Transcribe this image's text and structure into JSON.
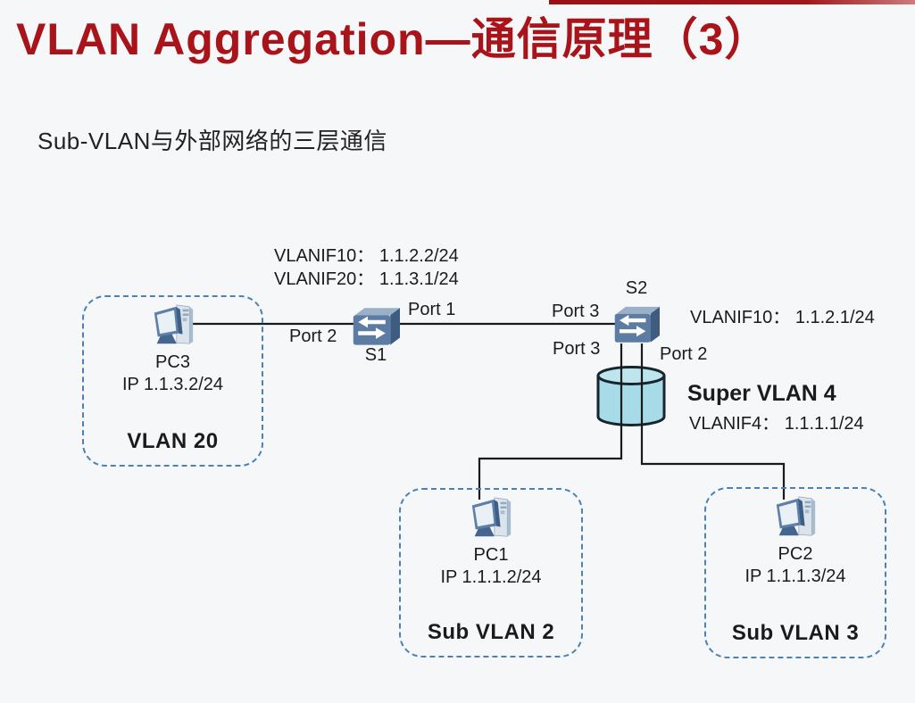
{
  "title": "VLAN Aggregation—通信原理（3）",
  "subtitle": "Sub-VLAN与外部网络的三层通信",
  "colors": {
    "title_red": "#A9131A",
    "top_bar_red": "#9C0F14",
    "dashed_box_blue": "#4A82B8",
    "cylinder_fill": "#A7DBE7",
    "connector_black": "#1A1A1A",
    "switch_face_blue": "#5C7CA4"
  },
  "switches": {
    "s1": {
      "name": "S1",
      "vlanif1": "VLANIF10： 1.1.2.2/24",
      "vlanif2": "VLANIF20： 1.1.3.1/24",
      "port_left": "Port 2",
      "port_right": "Port 1"
    },
    "s2": {
      "name": "S2",
      "vlanif": "VLANIF10： 1.1.2.1/24",
      "port_left_upper": "Port 3",
      "port_left_lower": "Port 3",
      "port_right_lower": "Port 2"
    }
  },
  "super_vlan": {
    "name": "Super VLAN 4",
    "vlanif": "VLANIF4： 1.1.1.1/24"
  },
  "groups": {
    "vlan20": {
      "pc_name": "PC3",
      "pc_ip": "IP 1.1.3.2/24",
      "label": "VLAN 20"
    },
    "sub_vlan2": {
      "pc_name": "PC1",
      "pc_ip": "IP 1.1.1.2/24",
      "label": "Sub VLAN 2"
    },
    "sub_vlan3": {
      "pc_name": "PC2",
      "pc_ip": "IP 1.1.1.3/24",
      "label": "Sub VLAN 3"
    }
  }
}
